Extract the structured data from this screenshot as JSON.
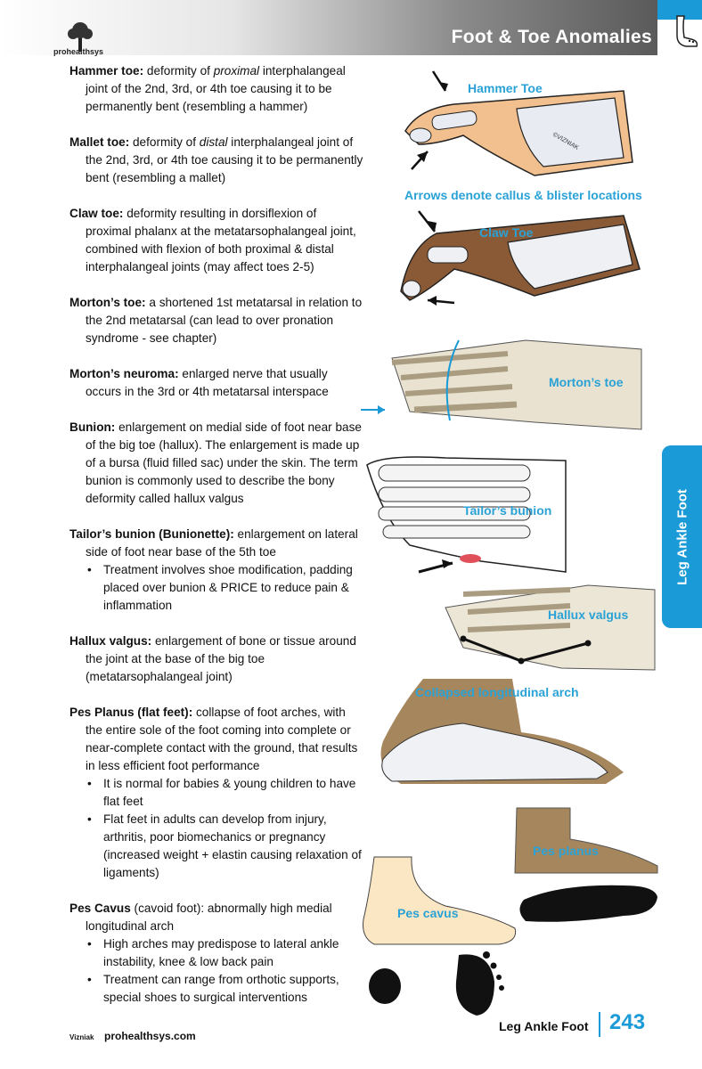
{
  "header": {
    "title": "Foot & Toe Anomalies",
    "logo_text": "prohealthsys"
  },
  "side_tab": "Leg Ankle Foot",
  "entries": [
    {
      "term": "Hammer toe:",
      "pre": " deformity of ",
      "em": "proximal",
      "post": " interphalangeal joint of the 2nd, 3rd, or 4th toe causing it to be permanently bent (resembling a hammer)"
    },
    {
      "term": "Mallet toe:",
      "pre": " deformity of ",
      "em": "distal",
      "post": " interphalangeal joint of the 2nd, 3rd, or 4th toe causing it to be permanently bent (resembling a mallet)"
    },
    {
      "term": "Claw toe:",
      "text": " deformity resulting in dorsiflexion of proximal phalanx at the metatarsophalangeal joint, combined with flexion of both proximal & distal interphalangeal joints (may affect toes 2-5)"
    },
    {
      "term": "Morton’s toe:",
      "text": " a shortened 1st metatarsal in relation to the 2nd metatarsal (can lead to over pronation syndrome - see chapter)"
    },
    {
      "term": "Morton’s neuroma:",
      "text": " enlarged nerve that usually occurs in the 3rd or 4th metatarsal interspace"
    },
    {
      "term": "Bunion:",
      "text": " enlargement on medial side of foot near base of the big toe (hallux). The enlargement is made up of a bursa (fluid filled sac) under the skin. The term bunion is commonly used to describe the bony deformity called hallux valgus"
    },
    {
      "term": "Tailor’s bunion (Bunionette):",
      "text": " enlargement on lateral side of foot near base of the 5th toe",
      "bullets": [
        "Treatment involves shoe modification, padding placed over bunion & PRICE to reduce pain & inflammation"
      ]
    },
    {
      "term": "Hallux valgus:",
      "text": " enlargement of bone or tissue around the joint at the base of the big toe (metatarsophalangeal joint)"
    },
    {
      "term": "Pes Planus (flat feet):",
      "text": " collapse of foot arches, with the entire sole of the foot coming into complete or near-complete contact with the ground, that results in less efficient foot performance",
      "bullets": [
        "It is normal for babies & young children to have flat feet",
        "Flat feet in adults can develop from injury, arthritis, poor biomechanics or pregnancy (increased weight + elastin causing relaxation of ligaments)"
      ]
    },
    {
      "term": "Pes Cavus",
      "text": " (cavoid foot): abnormally high medial longitudinal arch",
      "bullets": [
        "High arches may predispose to lateral ankle instability, knee & low back pain",
        "Treatment can range from orthotic supports, special shoes to surgical interventions"
      ]
    }
  ],
  "illustrations": {
    "hammer_toe": "Hammer Toe",
    "arrows_note": "Arrows denote callus & blister locations",
    "claw_toe": "Claw Toe",
    "mortons_toe": "Morton’s toe",
    "tailors_bunion": "Tailor’s bunion",
    "hallux_valgus": "Hallux valgus",
    "collapsed_arch": "Collapsed longitudinal arch",
    "pes_planus": "Pes planus",
    "pes_cavus": "Pes cavus",
    "watermark": "©VIZNIAK"
  },
  "footer": {
    "author": "Vizniak",
    "site": "prohealthsys.com",
    "section": "Leg Ankle Foot",
    "page": "243"
  }
}
